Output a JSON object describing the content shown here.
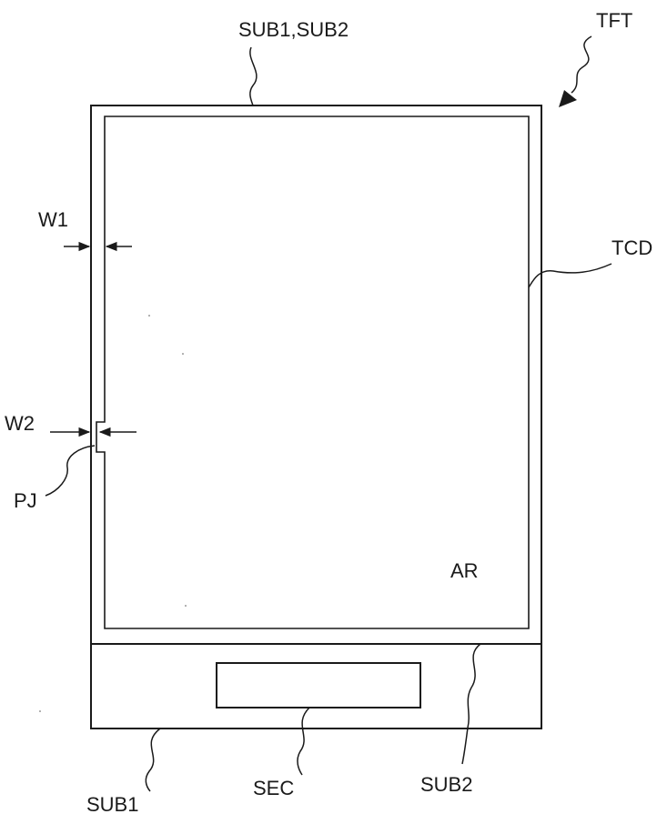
{
  "labels": {
    "sub1_sub2": "SUB1,SUB2",
    "tft": "TFT",
    "w1": "W1",
    "tcd": "TCD",
    "w2": "W2",
    "pj": "PJ",
    "ar": "AR",
    "sub1": "SUB1",
    "sec": "SEC",
    "sub2": "SUB2"
  },
  "colors": {
    "ink": "#1a1a1a",
    "background": "#ffffff"
  }
}
